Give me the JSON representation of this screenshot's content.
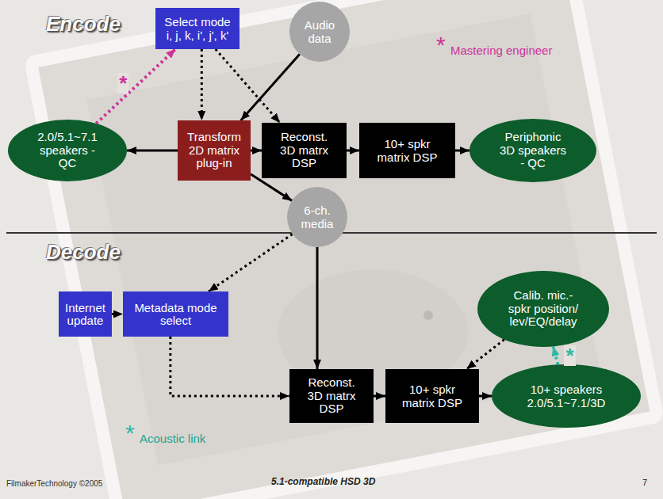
{
  "diagram": {
    "nodes": [
      {
        "text": [
          "Select mode i, j, k, i', j', k'"
        ]
      },
      {
        "text": [
          "Audio data"
        ]
      },
      {
        "text": [
          "2.0/5.1~7.1 speakers - QC"
        ]
      },
      {
        "text": [
          "Transform 2D matrix plug-in"
        ]
      },
      {
        "text": [
          "Reconst. 3D matrx DSP"
        ]
      },
      {
        "text": [
          "10+ spkr matrix DSP"
        ]
      },
      {
        "text": [
          "Periphonic 3D speakers - QC"
        ]
      },
      {
        "text": [
          "6-ch. media"
        ]
      },
      {
        "text": [
          "Internet update"
        ]
      },
      {
        "text": [
          "Metadata mode select"
        ]
      },
      {
        "text": [
          "Calib. mic.- spkr position/ lev/EQ/delay"
        ]
      },
      {
        "text": [
          "Reconst. 3D matrx DSP"
        ]
      },
      {
        "text": [
          "10+ spkr matrix DSP"
        ]
      },
      {
        "text": [
          "10+ speakers 2.0/5.1~7.1/3D"
        ]
      }
    ],
    "edges": [
      {
        "from": 0,
        "to": 3,
        "arrow": "to"
      },
      {
        "from": 1,
        "to": 3,
        "arrow": "to"
      },
      {
        "from": 0,
        "to": 4,
        "arrow": "to"
      },
      {
        "from": 3,
        "to": 2,
        "arrow": "to"
      },
      {
        "from": 3,
        "to": 4,
        "arrow": "to"
      },
      {
        "from": 4,
        "to": 5,
        "arrow": "to"
      },
      {
        "from": 5,
        "to": 6,
        "arrow": "to"
      },
      {
        "from": 2,
        "to": 0,
        "label": "*",
        "arrow": "to"
      },
      {
        "from": 3,
        "to": 7,
        "arrow": "to"
      },
      {
        "from": 7,
        "to": 9,
        "arrow": "to"
      },
      {
        "from": 7,
        "to": 11,
        "arrow": "to"
      },
      {
        "from": 8,
        "to": 9,
        "arrow": "to"
      },
      {
        "from": 9,
        "to": 11,
        "arrow": "to"
      },
      {
        "from": 11,
        "to": 12,
        "arrow": "to"
      },
      {
        "from": 12,
        "to": 13,
        "arrow": "to"
      },
      {
        "from": 10,
        "to": 12,
        "arrow": "to"
      },
      {
        "from": 13,
        "to": 10,
        "label": "*",
        "arrow": "to"
      }
    ],
    "labels": [
      "Encode",
      "*",
      "Mastering engineer",
      "Decode",
      "*",
      "Acoustic link",
      "FilmakerTechnology ©2005",
      "5.1-compatible HSD 3D",
      "7"
    ]
  }
}
